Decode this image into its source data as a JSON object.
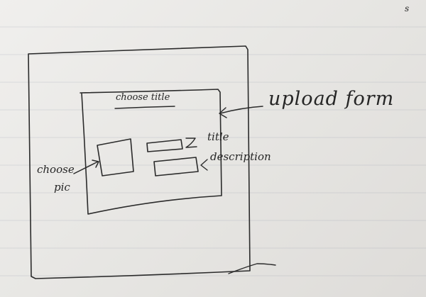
{
  "sketch": {
    "title_label": "choose title",
    "upload_form_label": "upload form",
    "title_field_label": "title",
    "description_label": "description",
    "choose_pic_label_line1": "choose",
    "choose_pic_label_line2": "pic",
    "corner_mark": "s"
  }
}
